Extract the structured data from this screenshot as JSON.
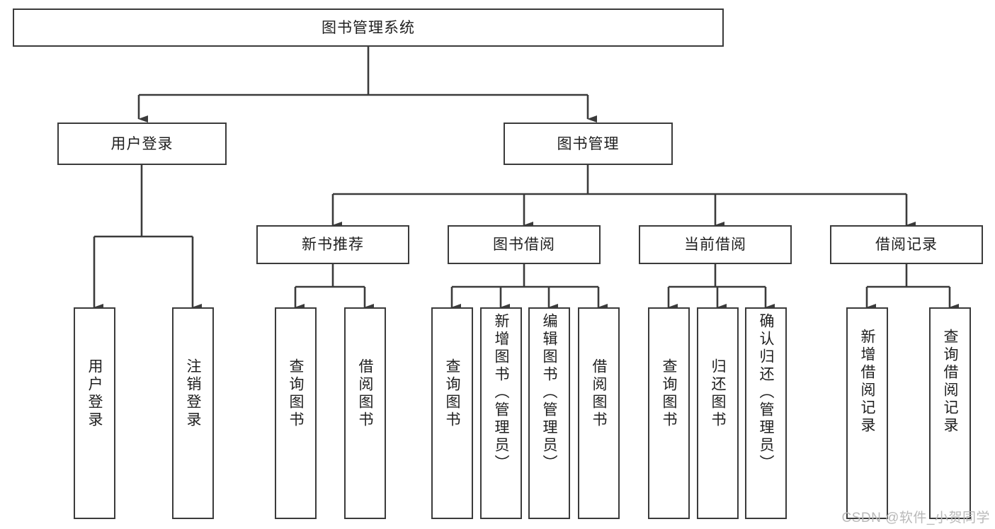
{
  "diagram": {
    "title": "图书管理系统",
    "type": "tree-hierarchy-diagram",
    "colors": {
      "stroke": "#3b3b3b",
      "fill": "#ffffff",
      "text": "#1f1f1f",
      "watermark": "#b9b9b9"
    },
    "root": {
      "label": "图书管理系统"
    },
    "level2": [
      {
        "label": "用户登录"
      },
      {
        "label": "图书管理"
      }
    ],
    "level3": [
      {
        "label": "新书推荐"
      },
      {
        "label": "图书借阅"
      },
      {
        "label": "当前借阅"
      },
      {
        "label": "借阅记录"
      }
    ],
    "leaves": {
      "user_login": [
        {
          "label": "用户登录"
        },
        {
          "label": "注销登录"
        }
      ],
      "new_book_recommend": [
        {
          "label": "查询图书"
        },
        {
          "label": "借阅图书"
        }
      ],
      "book_borrow": [
        {
          "label": "查询图书"
        },
        {
          "label": "新增图书（管理员）"
        },
        {
          "label": "编辑图书（管理员）"
        },
        {
          "label": "借阅图书"
        }
      ],
      "current_borrow": [
        {
          "label": "查询图书"
        },
        {
          "label": "归还图书"
        },
        {
          "label": "确认归还（管理员）"
        }
      ],
      "borrow_record": [
        {
          "label": "新增借阅记录"
        },
        {
          "label": "查询借阅记录"
        }
      ]
    }
  },
  "watermark": {
    "text": "CSDN @软件_小贺同学"
  }
}
